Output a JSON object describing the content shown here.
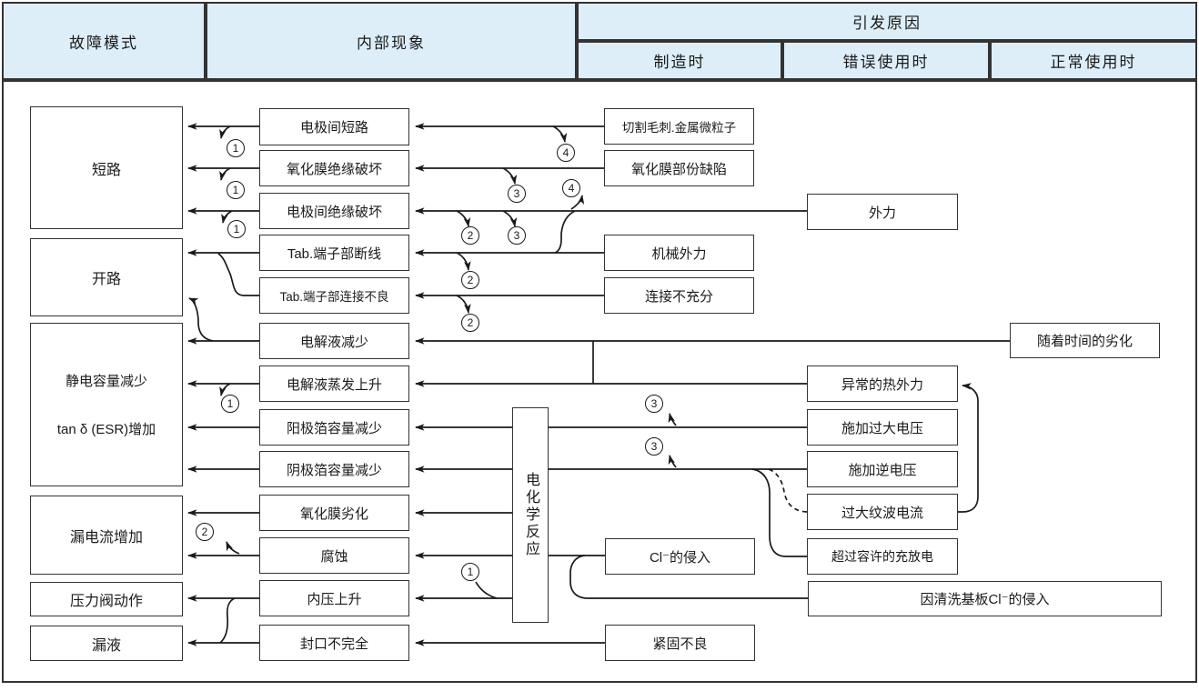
{
  "header": {
    "failure_mode": "故障模式",
    "internal_phenomenon": "内部现象",
    "cause": "引发原因",
    "at_manufacturing": "制造时",
    "at_misuse": "错误使用时",
    "at_normal_use": "正常使用时"
  },
  "failure_modes": {
    "short_circuit": "短路",
    "open_circuit": "开路",
    "capacitance_decrease": "静电容量减少",
    "esr_increase": "tan δ (ESR)增加",
    "leakage_current_increase": "漏电流增加",
    "pressure_valve_operation": "压力阀动作",
    "liquid_leakage": "漏液"
  },
  "phenomena": {
    "p1": "电极间短路",
    "p2": "氧化膜绝缘破坏",
    "p3": "电极间绝缘破坏",
    "p4": "Tab.端子部断线",
    "p5": "Tab.端子部连接不良",
    "p6": "电解液减少",
    "p7": "电解液蒸发上升",
    "p8": "阳极箔容量减少",
    "p9": "阴极箔容量减少",
    "p10": "氧化膜劣化",
    "p11": "腐蚀",
    "p12": "内压上升",
    "p13": "封口不完全"
  },
  "center_node": "电化学反应",
  "causes_manufacturing": {
    "c1": "切割毛刺.金属微粒子",
    "c2": "氧化膜部份缺陷",
    "c3": "机械外力",
    "c4": "连接不充分",
    "c5": "Cl⁻的侵入",
    "c6": "紧固不良"
  },
  "causes_misuse": {
    "m1": "外力",
    "m2": "异常的热外力",
    "m3": "施加过大电压",
    "m4": "施加逆电压",
    "m5": "过大纹波电流",
    "m6": "超过容许的充放电",
    "m7": "因清洗基板Cl⁻的侵入"
  },
  "causes_normal_use": {
    "n1": "随着时间的劣化"
  },
  "jump_labels": {
    "j1": "1",
    "j2": "2",
    "j3": "3",
    "j4": "4"
  }
}
